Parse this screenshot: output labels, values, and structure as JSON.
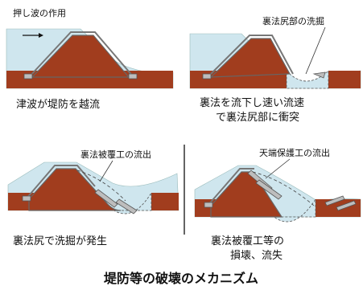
{
  "panels": [
    {
      "label": "押し波の作用",
      "caption": "津波が堤防を越流"
    },
    {
      "label": "裏法尻部の洗掘",
      "caption_line1": "裏法を流下し速い流速",
      "caption_line2": "で裏法尻部に衝突"
    },
    {
      "label": "裏法被覆工の流出",
      "caption": "裏法尻で洗掘が発生"
    },
    {
      "label": "天端保護工の流出",
      "caption_line1": "裏法被覆工等の",
      "caption_line2": "損壊、流失"
    }
  ],
  "title": "堤防等の破壊のメカニズム",
  "colors": {
    "water": "#cfe6ee",
    "levee": "#a13d1e",
    "ground": "#a13d1e",
    "armor": "#bdbdbd",
    "line": "#666666"
  }
}
